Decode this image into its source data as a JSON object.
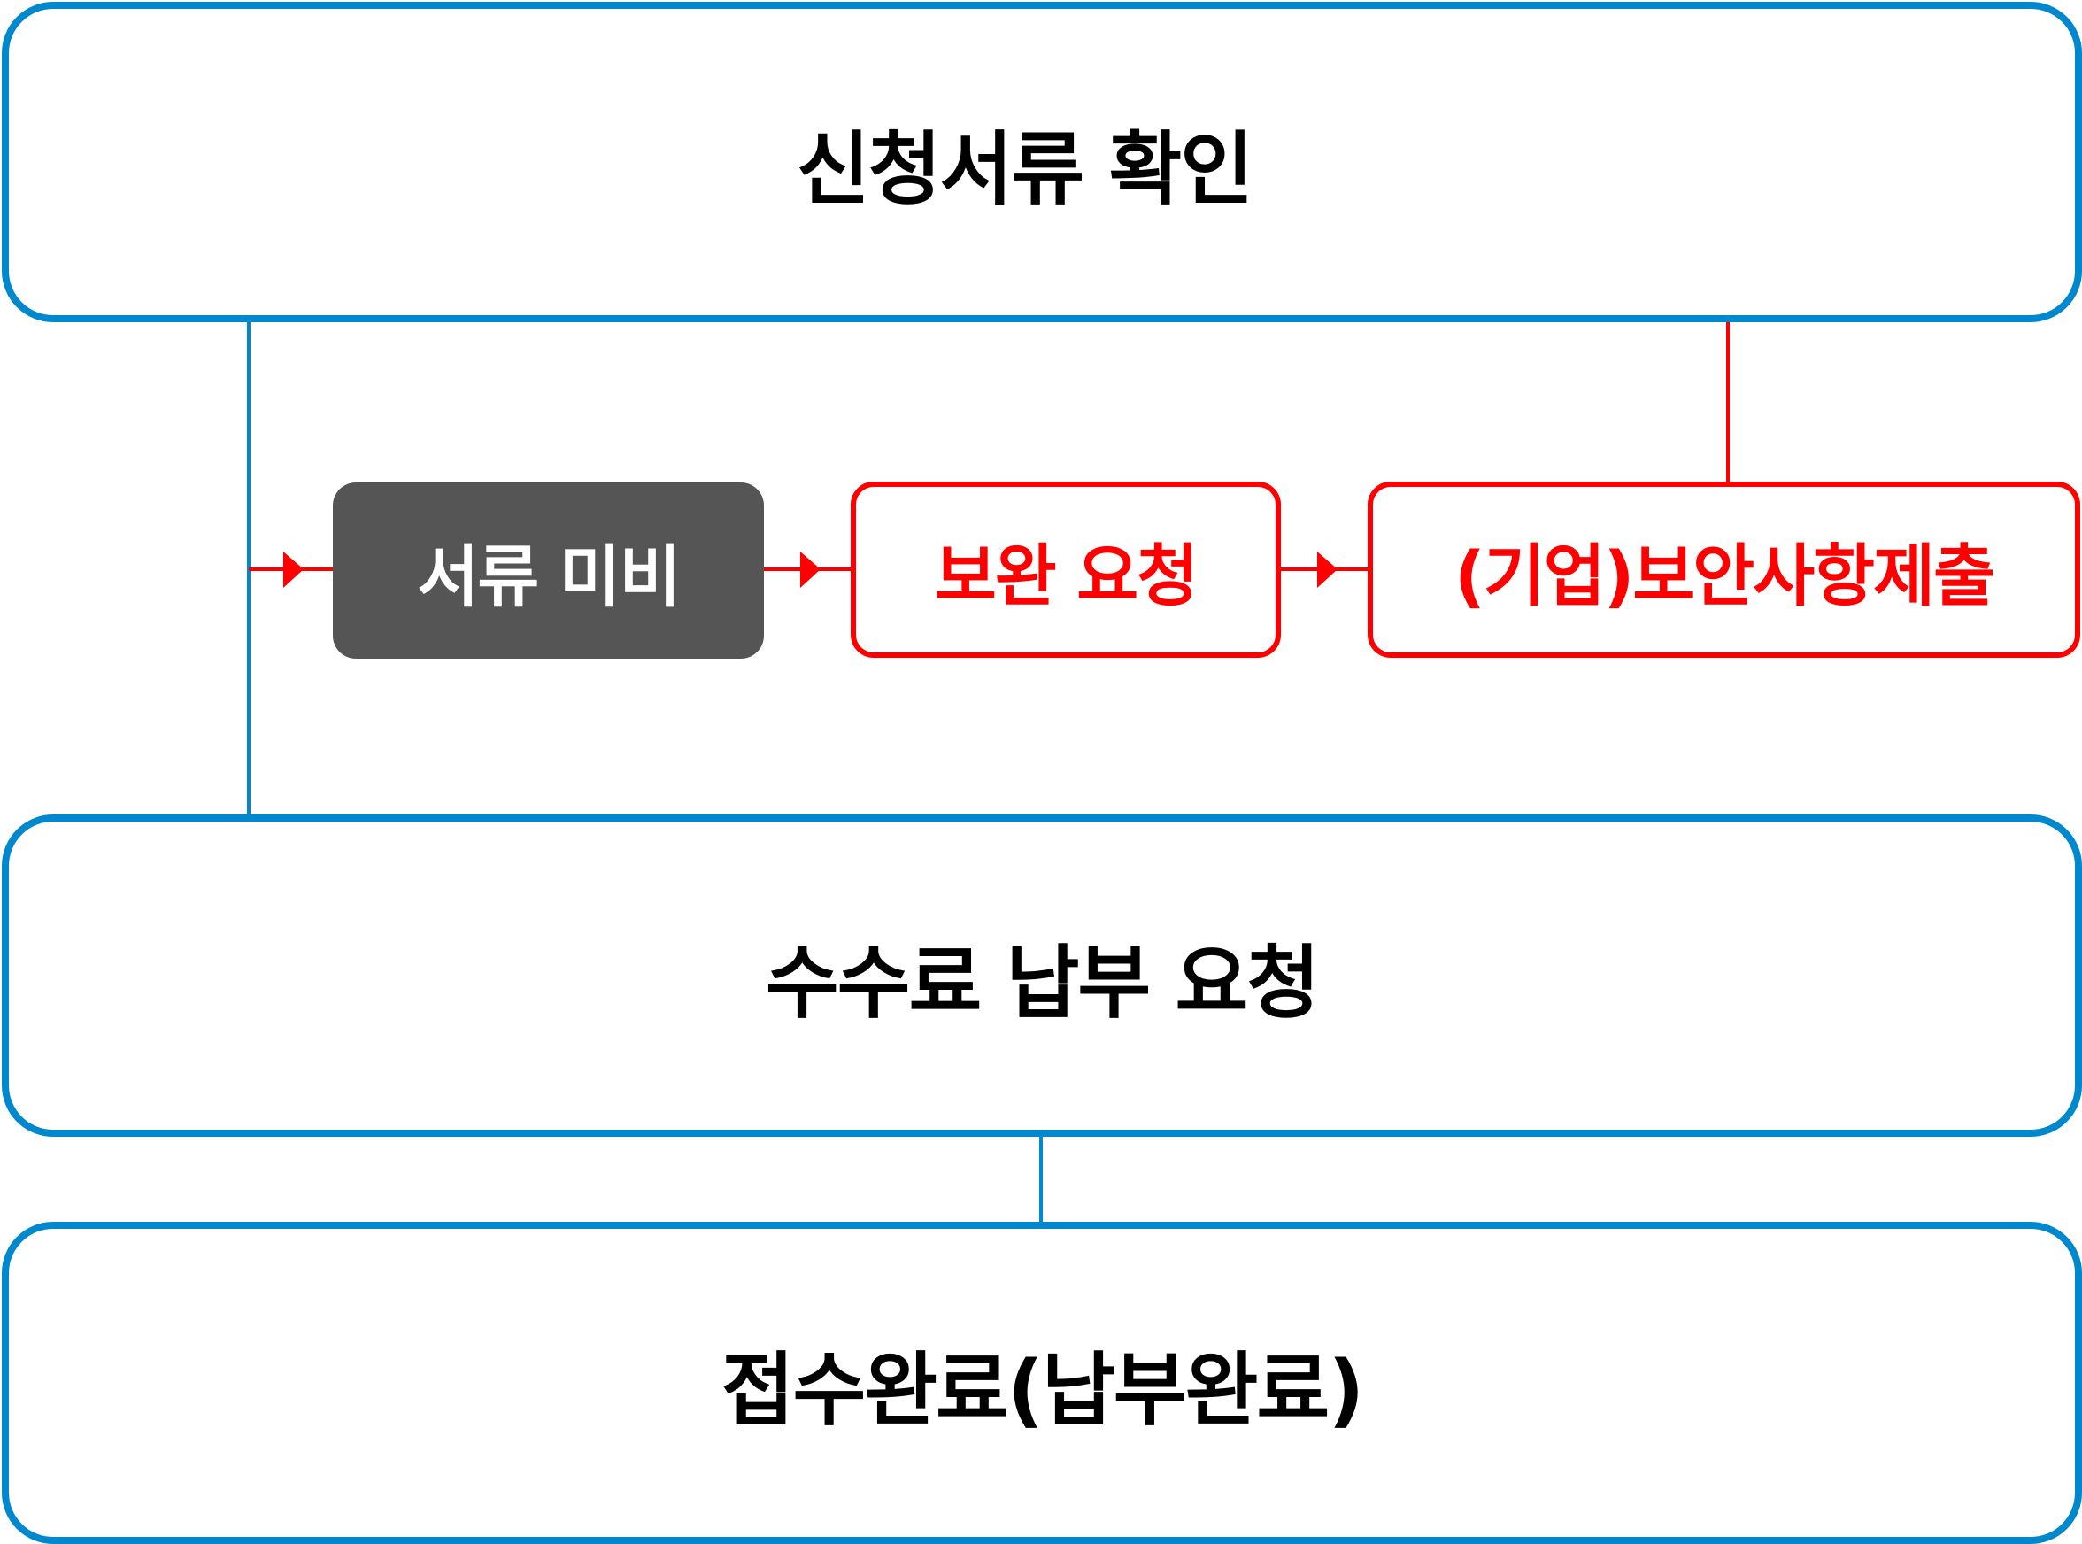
{
  "diagram": {
    "stages": {
      "top": "신청서류 확인",
      "middle": "수수료 납부 요청",
      "bottom": "접수완료(납부완료)"
    },
    "supplement_flow": {
      "deficient": "서류 미비",
      "request": "보완 요청",
      "submit": "(기업)보안사항제출"
    },
    "colors": {
      "stage_border": "#0088cf",
      "flow_red": "#ff0000",
      "deficient_fill": "#555555",
      "text_dark": "#000000",
      "text_light": "#ffffff"
    }
  }
}
